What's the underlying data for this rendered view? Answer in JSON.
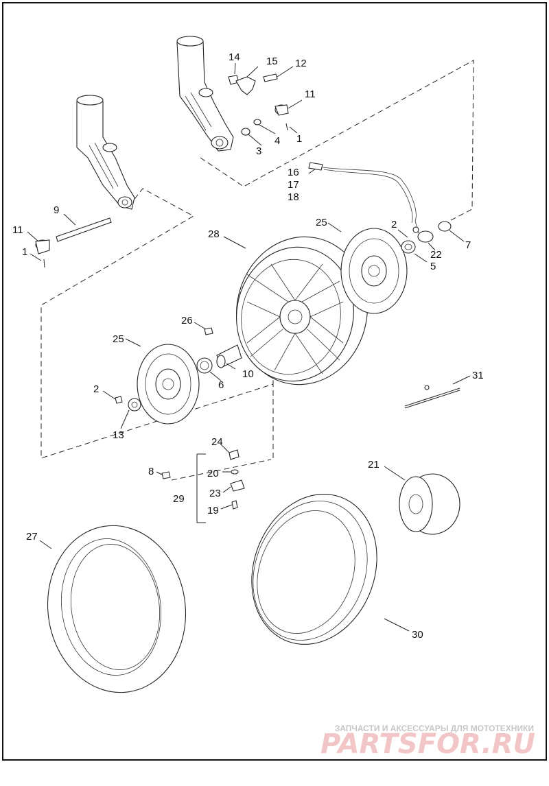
{
  "callouts": [
    {
      "id": "14",
      "text": "14"
    },
    {
      "id": "15",
      "text": "15"
    },
    {
      "id": "12",
      "text": "12"
    },
    {
      "id": "11a",
      "text": "11"
    },
    {
      "id": "4",
      "text": "4"
    },
    {
      "id": "3",
      "text": "3"
    },
    {
      "id": "1a",
      "text": "1"
    },
    {
      "id": "16",
      "text": "16"
    },
    {
      "id": "17",
      "text": "17"
    },
    {
      "id": "18",
      "text": "18"
    },
    {
      "id": "9",
      "text": "9"
    },
    {
      "id": "11b",
      "text": "11"
    },
    {
      "id": "1b",
      "text": "1"
    },
    {
      "id": "28",
      "text": "28"
    },
    {
      "id": "25a",
      "text": "25"
    },
    {
      "id": "2a",
      "text": "2"
    },
    {
      "id": "7",
      "text": "7"
    },
    {
      "id": "22",
      "text": "22"
    },
    {
      "id": "5",
      "text": "5"
    },
    {
      "id": "26",
      "text": "26"
    },
    {
      "id": "25b",
      "text": "25"
    },
    {
      "id": "10",
      "text": "10"
    },
    {
      "id": "6",
      "text": "6"
    },
    {
      "id": "2b",
      "text": "2"
    },
    {
      "id": "13",
      "text": "13"
    },
    {
      "id": "31",
      "text": "31"
    },
    {
      "id": "24",
      "text": "24"
    },
    {
      "id": "8",
      "text": "8"
    },
    {
      "id": "20",
      "text": "20"
    },
    {
      "id": "29",
      "text": "29"
    },
    {
      "id": "23",
      "text": "23"
    },
    {
      "id": "19",
      "text": "19"
    },
    {
      "id": "21",
      "text": "21"
    },
    {
      "id": "27",
      "text": "27"
    },
    {
      "id": "30",
      "text": "30"
    }
  ],
  "watermark": {
    "tagline": "ЗАПЧАСТИ И АКСЕССУАРЫ ДЛЯ МОТОТЕХНИКИ",
    "logo": "PARTSFOR.RU"
  }
}
